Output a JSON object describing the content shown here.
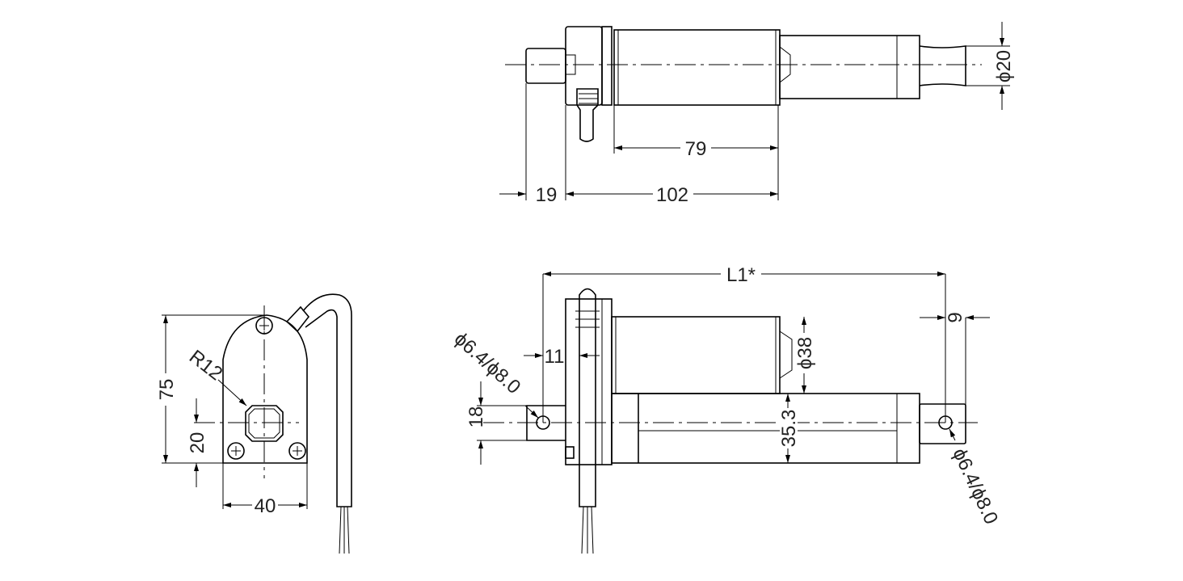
{
  "top_view": {
    "dim_79": "79",
    "dim_102": "102",
    "dim_19": "19",
    "dim_d20": "ϕ20"
  },
  "side_view": {
    "dim_L1": "L1*",
    "dim_11": "11",
    "dim_18": "18",
    "dim_d38": "ϕ38",
    "dim_35_3": "35.3",
    "dim_9": "9",
    "hole_left": "ϕ6.4/ϕ8.0",
    "hole_right": "ϕ6.4/ϕ8.0"
  },
  "end_view": {
    "dim_75": "75",
    "dim_20": "20",
    "dim_40": "40",
    "radius": "R12"
  }
}
